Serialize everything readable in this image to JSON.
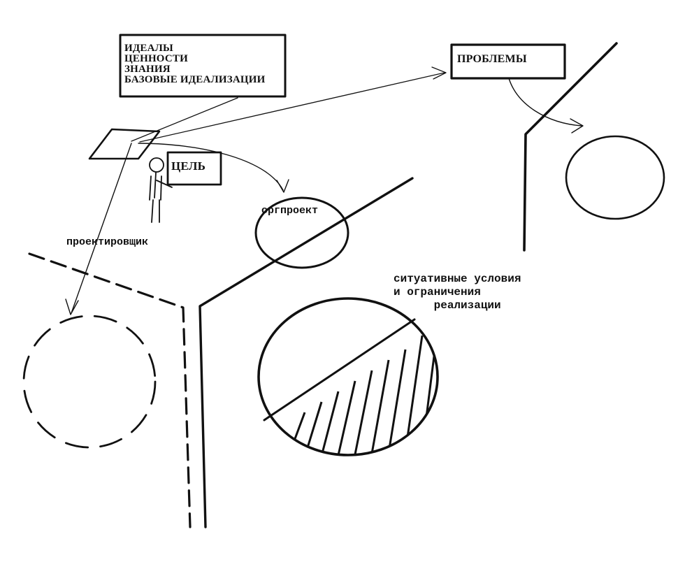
{
  "box_ideals": {
    "line1": "ИДЕАЛЫ",
    "line2": "ЦЕННОСТИ",
    "line3": "ЗНАНИЯ",
    "line4": "БАЗОВЫЕ ИДЕАЛИЗАЦИИ"
  },
  "box_problems": {
    "label": "ПРОБЛЕМЫ"
  },
  "box_goal": {
    "label": "ЦЕЛЬ"
  },
  "circle_orgproject": {
    "label": "оргпроект"
  },
  "figure_designer": {
    "label": "проектировщик"
  },
  "circle_conditions": {
    "line1": "ситуативные условия",
    "line2": "и ограничения",
    "line3": "реализации"
  },
  "style": {
    "ink_color": "#111111",
    "background": "#ffffff"
  }
}
